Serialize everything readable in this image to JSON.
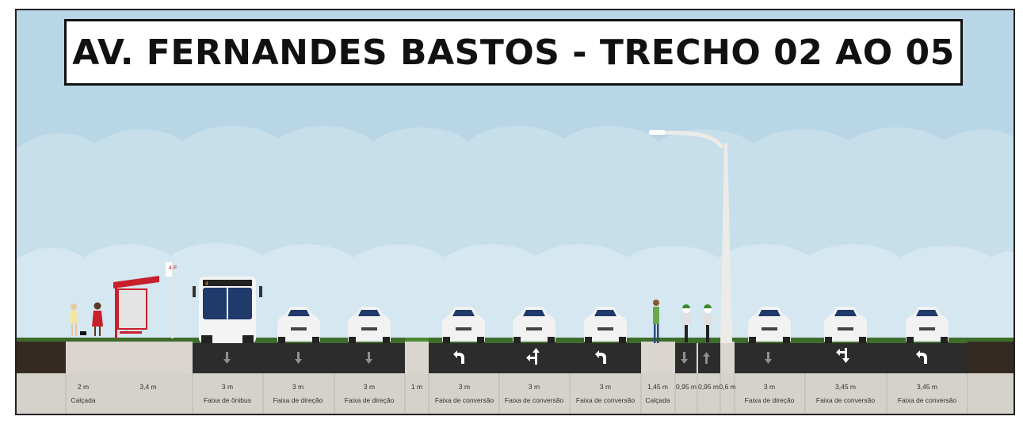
{
  "title": "AV. FERNANDES BASTOS - TRECHO 02 AO 05",
  "bus_stop_sign": "4\nF",
  "bus_display": "4",
  "colors": {
    "sky": "#b7d5e5",
    "cloud": "#cbe0ec",
    "asphalt": "#2b2b2b",
    "sidewalk": "#dcd8d2",
    "label_band": "#cfcbc5",
    "grass": "#3d6b2a",
    "earth": "#3a2e24",
    "shelter_red": "#c8202b"
  },
  "lanes": [
    {
      "width": "2 m",
      "name": "Calçada",
      "arrow": "none"
    },
    {
      "width": "3,4 m",
      "name": "",
      "arrow": "none"
    },
    {
      "width": "3 m",
      "name": "Faixa de ônibus",
      "arrow": "down"
    },
    {
      "width": "3 m",
      "name": "Faixa de direção",
      "arrow": "down"
    },
    {
      "width": "3 m",
      "name": "Faixa de direção",
      "arrow": "down"
    },
    {
      "width": "1 m",
      "name": "",
      "arrow": "none"
    },
    {
      "width": "3 m",
      "name": "Faixa de conversão",
      "arrow": "turn-left"
    },
    {
      "width": "3 m",
      "name": "Faixa de conversão",
      "arrow": "left-straight"
    },
    {
      "width": "3 m",
      "name": "Faixa de conversão",
      "arrow": "turn-left"
    },
    {
      "width": "1,45 m",
      "name": "Calçada",
      "arrow": "none"
    },
    {
      "width": "0,95 m",
      "name": "",
      "arrow": "down"
    },
    {
      "width": "0,95 m",
      "name": "",
      "arrow": "up"
    },
    {
      "width": "0,6 m",
      "name": "",
      "arrow": "none"
    },
    {
      "width": "3 m",
      "name": "Faixa de direção",
      "arrow": "down"
    },
    {
      "width": "3,45 m",
      "name": "Faixa de conversão",
      "arrow": "left-down"
    },
    {
      "width": "3,45 m",
      "name": "Faixa de conversão",
      "arrow": "turn-left"
    }
  ],
  "lane_icons": [
    "left-turn-arrow-icon",
    "down-arrow-icon",
    "up-arrow-icon",
    "streetlight-icon",
    "bus-icon",
    "car-icon",
    "bicycle-icon",
    "pedestrian-icon",
    "bus-shelter-icon"
  ]
}
